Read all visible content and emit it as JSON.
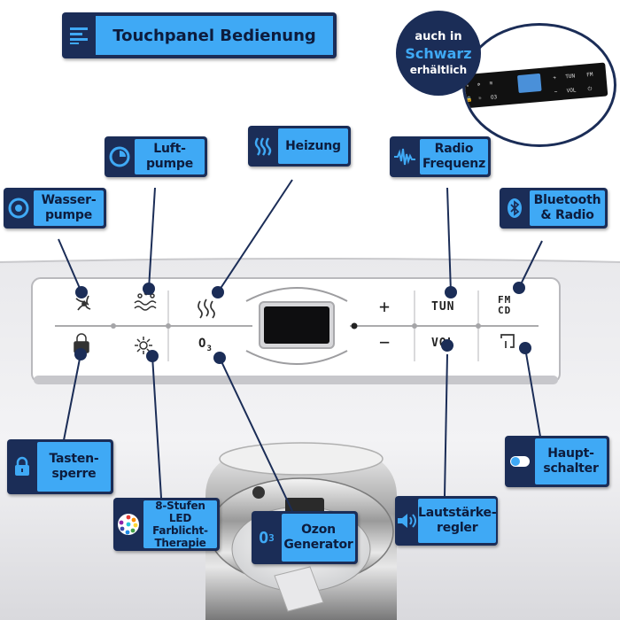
{
  "title": "Touchpanel Bedienung",
  "black_version": {
    "line1": "auch in",
    "line2": "Schwarz",
    "line3": "erhältlich"
  },
  "colors": {
    "navy": "#1b2d57",
    "accent": "#3fa9f5",
    "tub": "#dcdcdc"
  },
  "panel_labels": {
    "tun": "TUN",
    "vol": "VOL",
    "fm": "FM",
    "cd": "CD",
    "plus": "+",
    "minus": "−",
    "o3": "O3"
  },
  "callouts": {
    "wasserpumpe": {
      "label": "Wasser-\npumpe",
      "icon": "pump-icon"
    },
    "luftpumpe": {
      "label": "Luft-\npumpe",
      "icon": "air-pump-icon"
    },
    "heizung": {
      "label": "Heizung",
      "icon": "heating-icon"
    },
    "radio": {
      "label": "Radio\nFrequenz",
      "icon": "radio-wave-icon"
    },
    "bluetooth": {
      "label": "Bluetooth\n& Radio",
      "icon": "bluetooth-icon"
    },
    "tastensperre": {
      "label": "Tasten-\nsperre",
      "icon": "lock-icon"
    },
    "led": {
      "label": "8-Stufen\nLED Farblicht-\nTherapie",
      "icon": "color-dots-icon"
    },
    "ozon": {
      "label": "Ozon\nGenerator",
      "icon": "ozone-icon"
    },
    "lautstaerke": {
      "label": "Lautstärke-\nregler",
      "icon": "speaker-icon"
    },
    "hauptschalter": {
      "label": "Haupt-\nschalter",
      "icon": "toggle-switch-icon"
    }
  }
}
